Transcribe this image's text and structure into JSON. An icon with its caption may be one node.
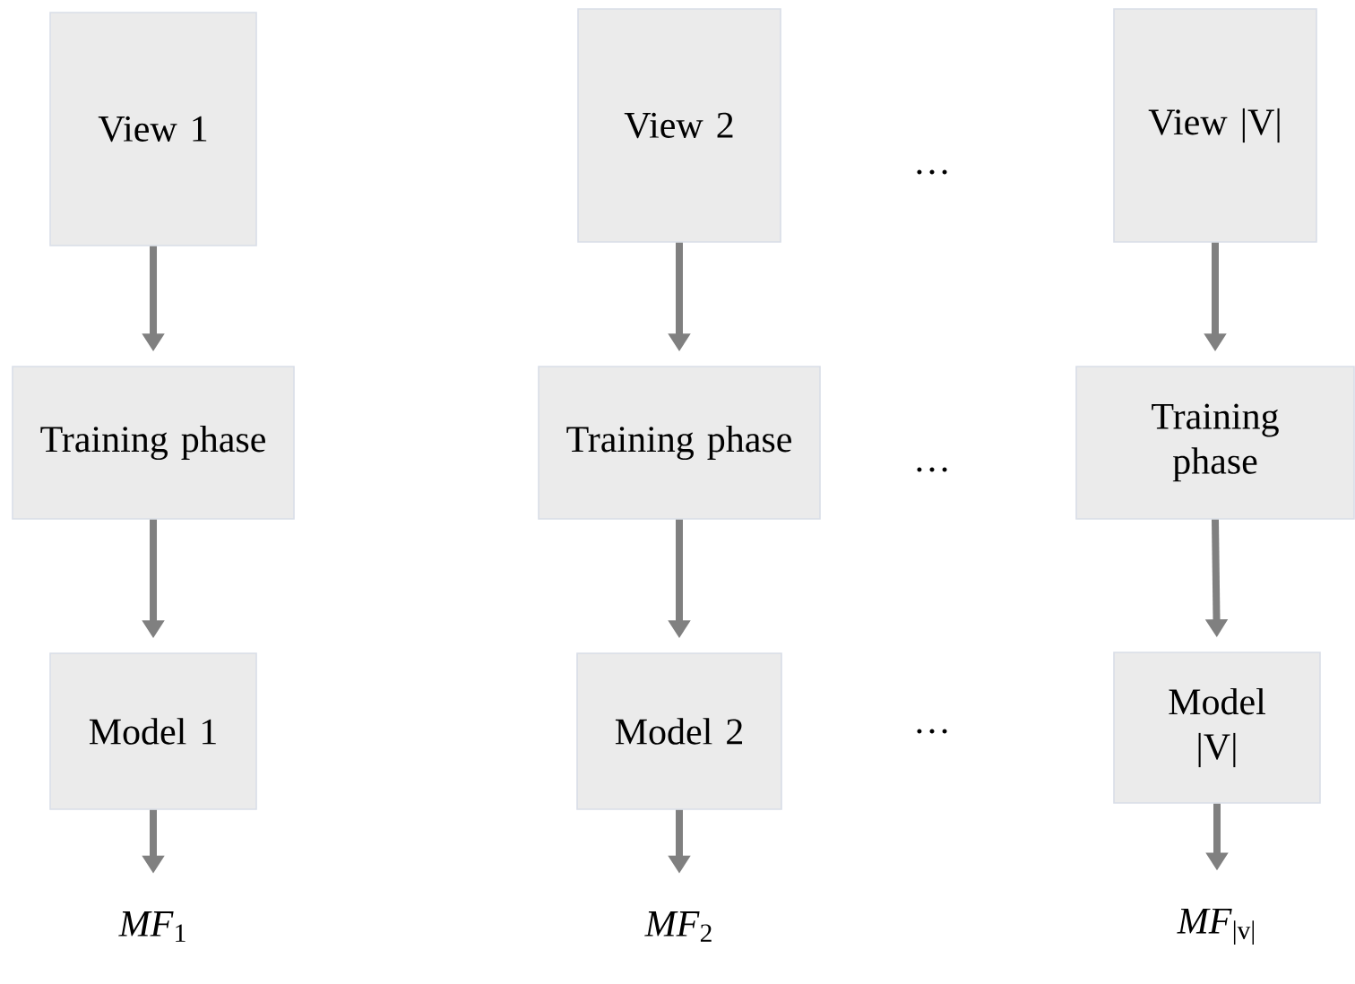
{
  "diagram": {
    "nodes": [
      {
        "text": [
          "View 1"
        ]
      },
      {
        "text": [
          "View 2"
        ]
      },
      {
        "text": [
          "View |V|"
        ]
      },
      {
        "text": [
          "Training phase"
        ]
      },
      {
        "text": [
          "Training phase"
        ]
      },
      {
        "text": [
          "Training phase"
        ]
      },
      {
        "text": [
          "Model 1"
        ]
      },
      {
        "text": [
          "Model 2"
        ]
      },
      {
        "text": [
          "Model |V|"
        ]
      },
      {
        "text": [
          "*MF*$_{1}$"
        ]
      },
      {
        "text": [
          "*MF*$_{2}$"
        ]
      },
      {
        "text": [
          "*MF*$_{|v|}$"
        ]
      }
    ],
    "edges": [
      {
        "from": 0,
        "to": 3,
        "arrow": "to"
      },
      {
        "from": 1,
        "to": 4,
        "arrow": "to"
      },
      {
        "from": 2,
        "to": 5,
        "arrow": "to"
      },
      {
        "from": 3,
        "to": 6,
        "arrow": "to"
      },
      {
        "from": 4,
        "to": 7,
        "arrow": "to"
      },
      {
        "from": 5,
        "to": 8,
        "arrow": "to"
      },
      {
        "from": 6,
        "to": 9,
        "arrow": "to"
      },
      {
        "from": 7,
        "to": 10,
        "arrow": "to"
      },
      {
        "from": 8,
        "to": 11,
        "arrow": "to"
      }
    ],
    "labels": [
      "…",
      "…",
      "…"
    ]
  }
}
